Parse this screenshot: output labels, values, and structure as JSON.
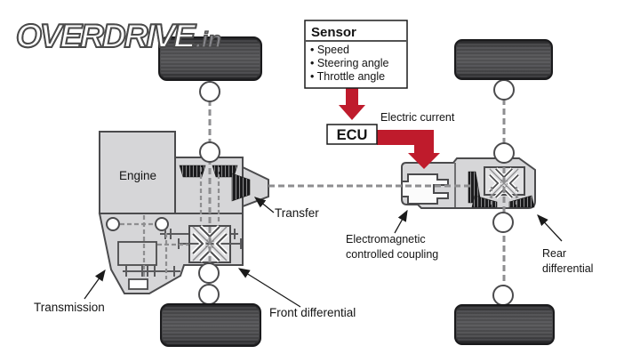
{
  "logo": {
    "main": "OVERDRIVE",
    "suffix": ".in"
  },
  "sensor": {
    "title": "Sensor",
    "items": [
      "• Speed",
      "• Steering angle",
      "• Throttle angle"
    ]
  },
  "ecu": {
    "label": "ECU"
  },
  "labels": {
    "electric_current": "Electric current",
    "engine": "Engine",
    "transfer": "Transfer",
    "transmission": "Transmission",
    "front_differential": "Front differential",
    "electromagnetic_1": "Electromagnetic",
    "electromagnetic_2": "controlled coupling",
    "rear_1": "Rear",
    "rear_2": "differential"
  },
  "colors": {
    "accent_red": "#bf1b2c",
    "casing_gray": "#d6d6d8",
    "outline_gray": "#4b4b4d",
    "tire_dark": "#3a3a3c",
    "dash_gray": "#8e8e90"
  }
}
